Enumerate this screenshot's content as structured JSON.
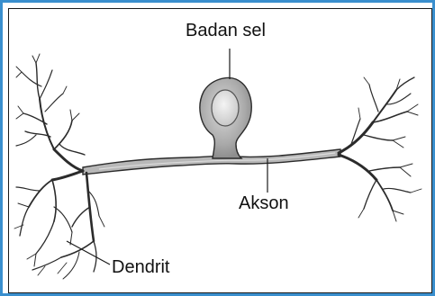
{
  "diagram": {
    "labels": {
      "cell_body": "Badan sel",
      "axon": "Akson",
      "dendrite": "Dendrit"
    },
    "colors": {
      "frame_border": "#3a8fce",
      "inner_border": "#1a1a1a",
      "neuron_fill": "#b5b5b5",
      "neuron_stroke": "#2b2b2b",
      "nucleus_fill": "#e8e8e8"
    }
  }
}
